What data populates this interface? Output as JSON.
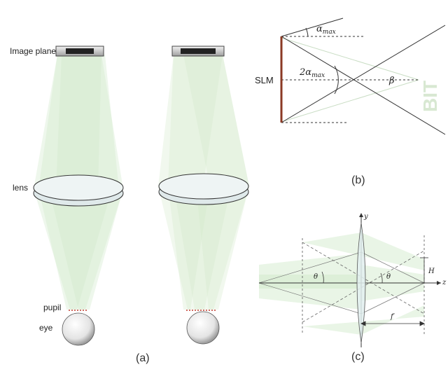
{
  "panel_a": {
    "label_image_plane": "Image plane",
    "label_lens": "lens",
    "label_pupil": "pupil",
    "label_eye": "eye",
    "caption": "(a)"
  },
  "panel_b": {
    "label_slm": "SLM",
    "label_alpha_max": "α",
    "label_alpha_max_sub": "max",
    "label_two_alpha": "2α",
    "label_two_alpha_sub": "max",
    "label_beta": "β",
    "watermark": "BIT",
    "caption": "(b)"
  },
  "panel_c": {
    "label_y": "y",
    "label_z": "z",
    "label_theta_left": "θ",
    "label_theta_right": "θ",
    "label_H": "H",
    "label_f_prime": "f′",
    "caption": "(c)"
  },
  "colors": {
    "beam": "#cfe8c8",
    "lens_fill": "#e6f0f0",
    "slm": "#8b3a24",
    "pupil": "#c0392b",
    "watermark": "#d8e8d2"
  }
}
